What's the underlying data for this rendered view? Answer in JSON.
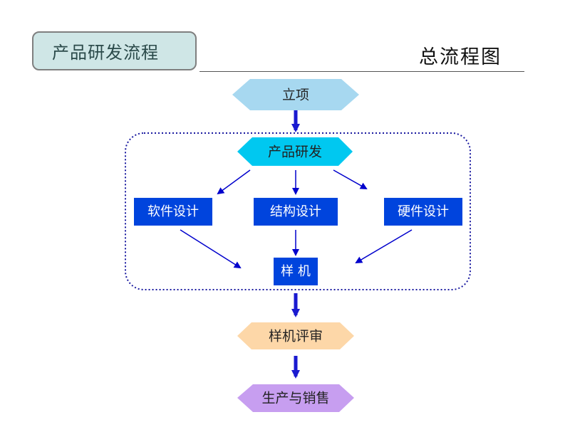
{
  "header": {
    "section_title": "产品研发流程",
    "page_title": "总流程图"
  },
  "diagram": {
    "nodes": {
      "start": {
        "label": "立项",
        "color": "#a7d8f0"
      },
      "dev": {
        "label": "产品研发",
        "color": "#00c8f0"
      },
      "software": {
        "label": "软件设计",
        "color": "#0044dd"
      },
      "structure": {
        "label": "结构设计",
        "color": "#0044dd"
      },
      "hardware": {
        "label": "硬件设计",
        "color": "#0044dd"
      },
      "prototype": {
        "label": "样 机",
        "color": "#0044dd"
      },
      "review": {
        "label": "样机评审",
        "color": "#fdd7a8"
      },
      "production": {
        "label": "生产与销售",
        "color": "#c79ef0"
      }
    },
    "group_border_color": "#1a1aa0",
    "arrow_color": "#0000cc",
    "thick_arrow_color": "#1a1ad0"
  }
}
